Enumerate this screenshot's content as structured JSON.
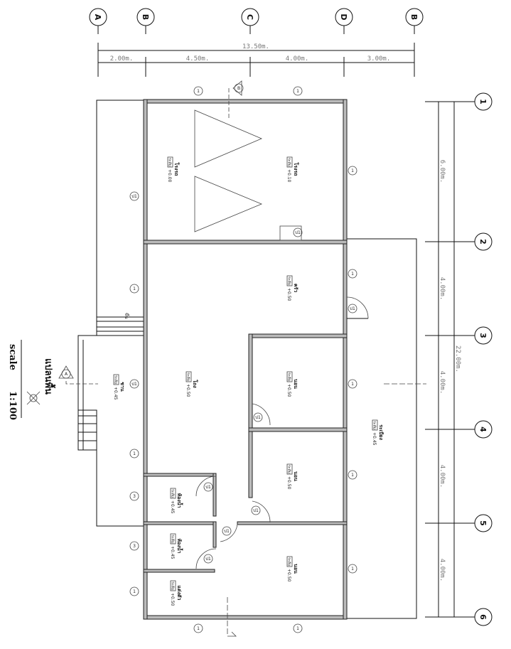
{
  "drawing": {
    "title": "แปลนพื้น",
    "scale_label": "scale",
    "scale_value": "1:100",
    "section_marks": [
      "A",
      "B"
    ]
  },
  "grid": {
    "columns": [
      "A",
      "B",
      "C",
      "D",
      "B"
    ],
    "rows": [
      "1",
      "2",
      "3",
      "4",
      "5",
      "6"
    ]
  },
  "dimensions": {
    "horizontal_total": "13.50m.",
    "horizontal": [
      "2.00m.",
      "4.50m.",
      "4.00m.",
      "3.00m."
    ],
    "vertical_total": "22.00m.",
    "vertical": [
      "6.00m.",
      "4.00m.",
      "4.00m.",
      "4.00m.",
      "4.00m."
    ]
  },
  "rooms": [
    {
      "name": "โรงรถ",
      "level": "+0.00"
    },
    {
      "name": "โรงรถ",
      "level": "+0.10"
    },
    {
      "name": "ครัว",
      "level": "+0.50"
    },
    {
      "name": "โถง",
      "level": "+0.50"
    },
    {
      "name": "นอน",
      "level": "+0.50"
    },
    {
      "name": "ชาน",
      "level": "+0.45"
    },
    {
      "name": "ระเบียง",
      "level": "+0.45"
    },
    {
      "name": "นอน",
      "level": "+0.50"
    },
    {
      "name": "ห้องน้ำ",
      "level": "+0.45"
    },
    {
      "name": "ห้องน้ำ",
      "level": "+0.45"
    },
    {
      "name": "นอน",
      "level": "+0.50"
    },
    {
      "name": "แต่งตัว",
      "level": "+0.50"
    }
  ],
  "level_prefix": "ระดับ",
  "tags": {
    "window": "1",
    "window3": "3",
    "door": "ป1",
    "stair": "ขึ้น"
  }
}
